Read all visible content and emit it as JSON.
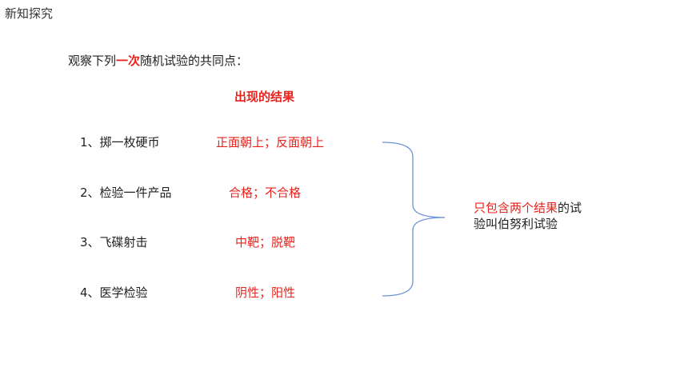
{
  "section_title": "新知探究",
  "intro": {
    "prefix": "观察下列",
    "highlight": "一次",
    "suffix": "随机试验的共同点："
  },
  "result_header": "出现的结果",
  "items": [
    {
      "label": "1、掷一枚硬币",
      "result": "正面朝上；反面朝上"
    },
    {
      "label": "2、检验一件产品",
      "result": "合格；不合格"
    },
    {
      "label": "3、飞碟射击",
      "result": "中靶；脱靶"
    },
    {
      "label": "4、医学检验",
      "result": "阴性；阳性"
    }
  ],
  "conclusion": {
    "red_part": "只包含两个结果",
    "rest_line1": "的试",
    "line2": "验叫伯努利试验"
  },
  "colors": {
    "accent_red": "#e8231d",
    "brace_blue": "#6b93d6"
  }
}
